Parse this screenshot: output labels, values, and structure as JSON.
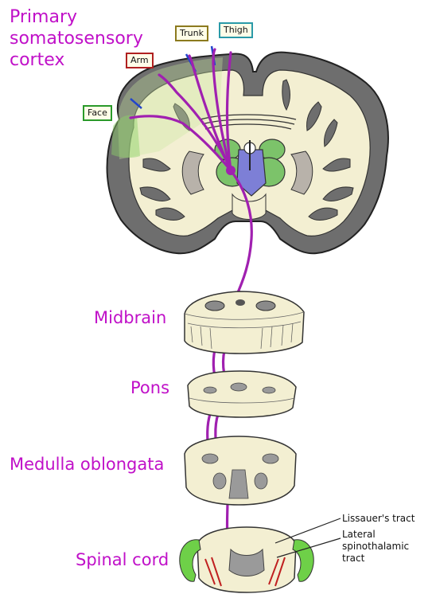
{
  "title": {
    "line1": "Primary",
    "line2": "somatosensory",
    "line3": "cortex"
  },
  "body_regions": {
    "trunk": "Trunk",
    "thigh": "Thigh",
    "arm": "Arm",
    "face": "Face"
  },
  "levels": {
    "midbrain": "Midbrain",
    "pons": "Pons",
    "medulla": "Medulla oblongata",
    "spinal_cord": "Spinal cord"
  },
  "annotations": {
    "lissauer": "Lissauer's tract",
    "lateral_line1": "Lateral",
    "lateral_line2": "spinothalamic",
    "lateral_line3": "tract"
  },
  "colors": {
    "pathway": "#a020b0",
    "label": "#c010c8",
    "cortex_gray": "#6e6e6e",
    "white_matter": "#f3efd2",
    "thalamus_green": "#7cc36a",
    "thalamus_blue": "#7d7fd6",
    "trunk_border": "#8c7a1e",
    "thigh_border": "#2a9aa8",
    "arm_border": "#b02020",
    "face_border": "#2a9a2a"
  }
}
